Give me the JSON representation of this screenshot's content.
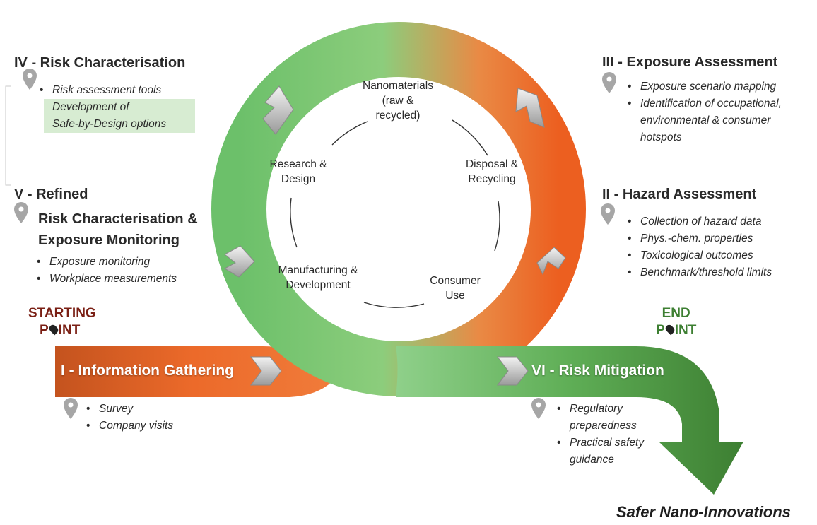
{
  "cycle": {
    "top": [
      "Nanomaterials",
      "(raw &",
      "recycled)"
    ],
    "left_top": [
      "Research &",
      "Design"
    ],
    "right_top": [
      "Disposal &",
      "Recycling"
    ],
    "left_bottom": [
      "Manufacturing &",
      "Development"
    ],
    "right_bottom": [
      "Consumer",
      "Use"
    ]
  },
  "stage_iv": {
    "title": "IV - Risk Characterisation",
    "bullets": [
      "Risk assessment tools"
    ],
    "highlight": [
      "Development of",
      "Safe-by-Design options"
    ]
  },
  "stage_v": {
    "title": "V - Refined",
    "subtitle": [
      "Risk Characterisation &",
      "Exposure Monitoring"
    ],
    "bullets": [
      "Exposure monitoring",
      "Workplace measurements"
    ]
  },
  "stage_iii": {
    "title": "III - Exposure Assessment",
    "bullets": [
      "Exposure scenario mapping",
      "Identification of occupational, environmental & consumer hotspots"
    ]
  },
  "stage_ii": {
    "title": "II -  Hazard Assessment",
    "bullets": [
      "Collection of hazard data",
      "Phys.-chem. properties",
      "Toxicological outcomes",
      "Benchmark/threshold limits"
    ]
  },
  "stage_i": {
    "title": "I - Information Gathering",
    "bullets": [
      "Survey",
      "Company visits"
    ]
  },
  "stage_vi": {
    "title": "VI - Risk Mitigation",
    "bullets": [
      "Regulatory preparedness",
      "Practical safety guidance"
    ]
  },
  "starting_point": {
    "line1": "STARTING",
    "line2_a": "P",
    "line2_b": "INT"
  },
  "end_point": {
    "line1": "END",
    "line2_a": "P",
    "line2_b": "INT"
  },
  "footer": "Safer Nano-Innovations",
  "colors": {
    "green": "#5dbb63",
    "orange": "#ec6a2a",
    "dark_green": "#3d7f32",
    "dark_red": "#7a1f14",
    "highlight_bg": "#d7ecd2",
    "pin_gray": "#a6a6a6"
  },
  "icons": [
    "location-pin-icon",
    "chevron-arrow-icon"
  ]
}
